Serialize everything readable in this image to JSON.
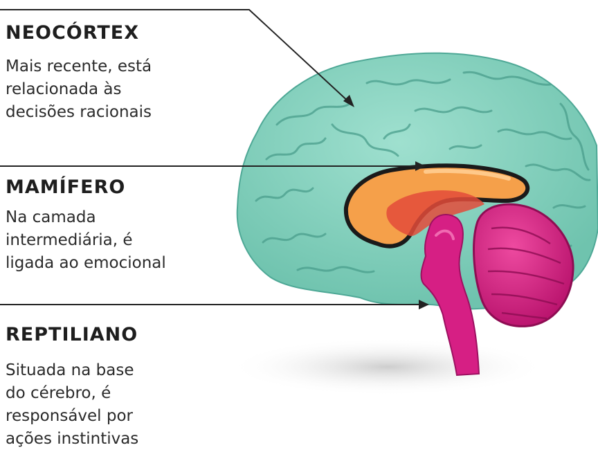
{
  "regions": [
    {
      "heading": "NEOCÓRTEX",
      "lines": [
        "Mais recente, está",
        "relacionada às",
        "decisões racionais"
      ]
    },
    {
      "heading": "MAMÍFERO",
      "lines": [
        "Na camada",
        "intermediária, é",
        "ligada ao emocional"
      ]
    },
    {
      "heading": "REPTILIANO",
      "lines": [
        "Situada na base",
        "do cérebro, é",
        "responsável por",
        "ações instintivas"
      ]
    }
  ],
  "colors": {
    "neocortex": "#86d2c0",
    "mamifero": "#f5a04a",
    "reptiliano": "#d61f84",
    "text": "#1e1e1e",
    "leader_line": "#222222"
  }
}
